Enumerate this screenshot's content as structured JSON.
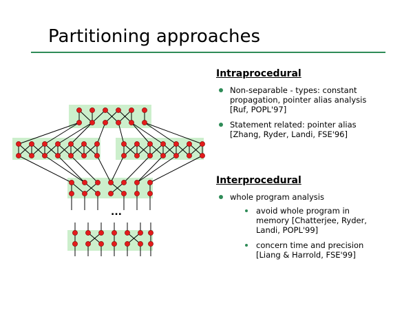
{
  "slide": {
    "title": "Partitioning approaches"
  },
  "sections": [
    {
      "heading": "Intraprocedural",
      "bullets": [
        {
          "text": "Non-separable - types: constant propagation, pointer alias analysis [Ruf, POPL'97]"
        },
        {
          "text": "Statement related: pointer alias  [Zhang, Ryder, Landi, FSE'96]"
        }
      ]
    },
    {
      "heading": "Interprocedural",
      "bullets": [
        {
          "text": "whole program analysis",
          "sub": [
            "avoid whole program in memory [Chatterjee, Ryder, Landi, POPL'99]",
            "concern time and precision [Liang & Harrold, FSE'99]"
          ]
        }
      ]
    }
  ],
  "diagram": {
    "ellipsis": "...",
    "colors": {
      "node": "#e31b1b",
      "region": "#ccefcc",
      "edge": "#000000"
    }
  }
}
